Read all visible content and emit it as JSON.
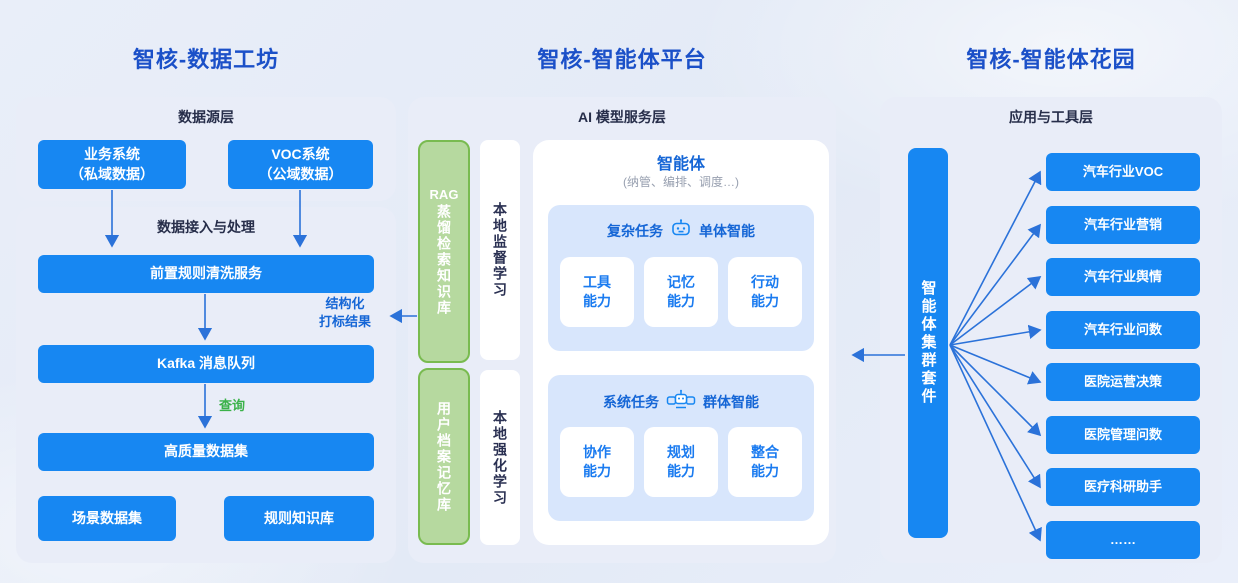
{
  "colors": {
    "accent_blue": "#1787f2",
    "title_blue": "#1b50c8",
    "green_fill": "#b6d99f",
    "green_border": "#79bb50",
    "panel_bg": "#e9edf8",
    "subpanel_bg": "#d8e6fc",
    "arrow_blue": "#2b72d9",
    "query_green": "#3bb24a"
  },
  "titles": {
    "left": "智核-数据工坊",
    "middle": "智核-智能体平台",
    "right": "智核-智能体花园"
  },
  "left": {
    "source_layer": {
      "title": "数据源层",
      "business_box": "业务系统\n（私域数据）",
      "voc_box": "VOC系统\n（公域数据）"
    },
    "process_layer": {
      "title": "数据接入与处理",
      "clean_box": "前置规则清洗服务",
      "kafka_box": "Kafka 消息队列",
      "dataset_box": "高质量数据集",
      "scene_box": "场景数据集",
      "rules_box": "规则知识库",
      "query_label": "查询",
      "struct_label": "结构化\n打标结果"
    }
  },
  "middle": {
    "panel_title": "AI 模型服务层",
    "rag_bar": {
      "en": "RAG",
      "rest": "蒸馏检索知识库"
    },
    "memory_bar": "用户档案记忆库",
    "supervised_strip": "本地监督学习",
    "reinforce_strip": "本地强化学习",
    "agent_title": "智能体",
    "agent_subtitle": "(纳管、编排、调度…)",
    "single": {
      "task": "复杂任务",
      "type": "单体智能",
      "items": [
        "工具\n能力",
        "记忆\n能力",
        "行动\n能力"
      ]
    },
    "group": {
      "task": "系统任务",
      "type": "群体智能",
      "items": [
        "协作\n能力",
        "规划\n能力",
        "整合\n能力"
      ]
    }
  },
  "right": {
    "panel_title": "应用与工具层",
    "suite_bar": "智能体集群套件",
    "apps": [
      "汽车行业VOC",
      "汽车行业营销",
      "汽车行业舆情",
      "汽车行业问数",
      "医院运营决策",
      "医院管理问数",
      "医疗科研助手",
      "……"
    ]
  }
}
